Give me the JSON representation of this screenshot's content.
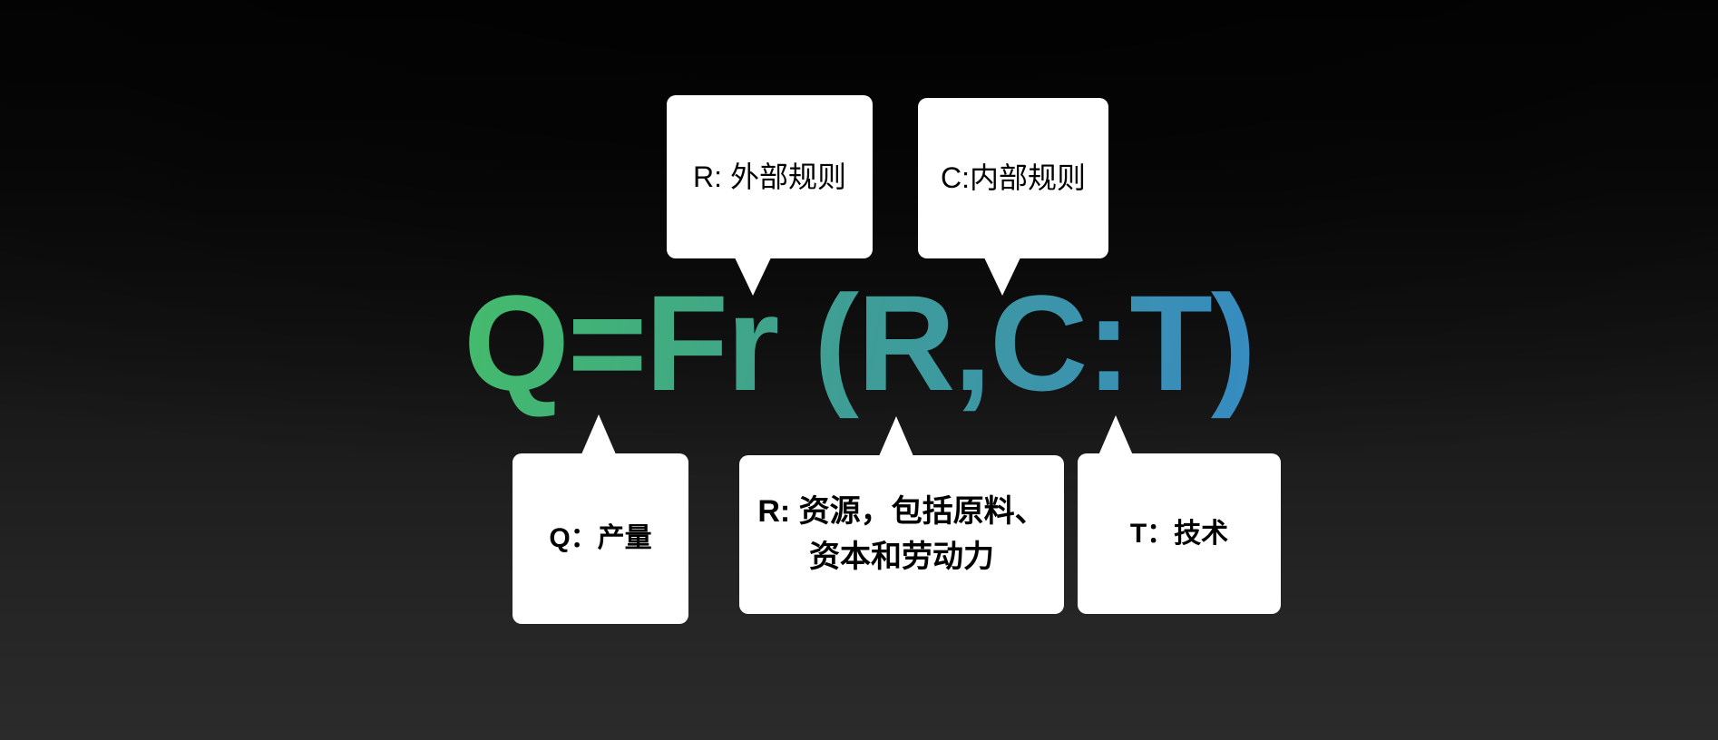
{
  "slide": {
    "background_top_color": "#070707",
    "background_bottom_color": "#2b2b2b"
  },
  "formula": {
    "text": "Q=Fr (R,C:T)",
    "gradient_start_color": "#4ad04e",
    "gradient_end_color": "#2a7fe8"
  },
  "callouts": {
    "top": [
      {
        "id": "external-rules",
        "label": "R: 外部规则",
        "symbol": "R",
        "points_to": "R",
        "direction": "down"
      },
      {
        "id": "internal-rules",
        "label": "C:内部规则",
        "symbol": "C",
        "points_to": "C",
        "direction": "down"
      }
    ],
    "bottom": [
      {
        "id": "output",
        "label": "Q：产量",
        "symbol": "Q",
        "points_to": "Q",
        "direction": "up"
      },
      {
        "id": "resources",
        "label_line_1": "R: 资源，包括原料、",
        "label_line_2": "资本和劳动力",
        "symbol": "R",
        "points_to": "Fr",
        "direction": "up"
      },
      {
        "id": "technology",
        "label": "T：技术",
        "symbol": "T",
        "points_to": "T",
        "direction": "up"
      }
    ]
  }
}
